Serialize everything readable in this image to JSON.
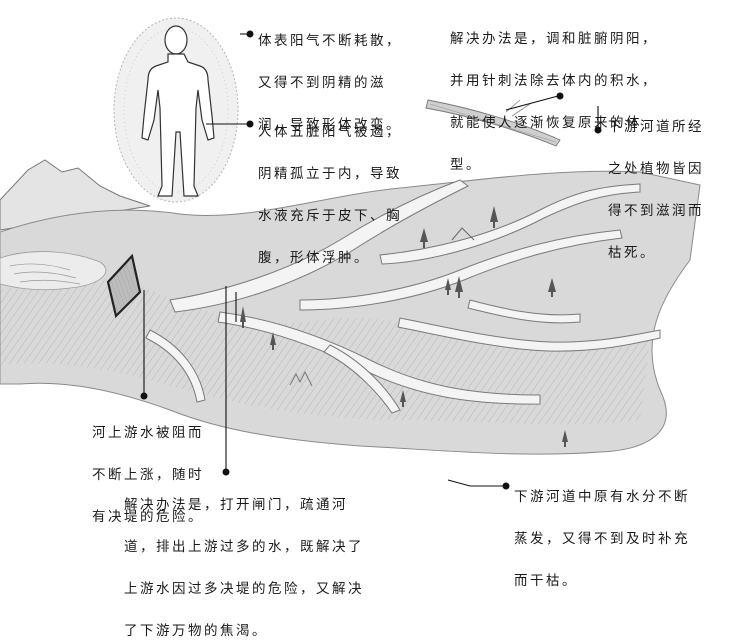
{
  "annotations": {
    "body_yang_qi": {
      "lines": [
        "体表阳气不断耗散，",
        "又得不到阴精的滋",
        "润，导致形体改变。"
      ]
    },
    "solution_internal": {
      "lines": [
        "解决办法是，调和脏腑阴阳，",
        "并用针刺法除去体内的积水，",
        "就能使人逐渐恢复原来的体",
        "型。"
      ]
    },
    "five_organs": {
      "lines": [
        "人体五脏阳气被遏，",
        "阴精孤立于内，导致",
        "水液充斥于皮下、胸",
        "腹，形体浮肿。"
      ]
    },
    "downstream_plants": {
      "lines": [
        "下游河道所经",
        "之处植物皆因",
        "得不到滋润而",
        "枯死。"
      ]
    },
    "upstream_flood": {
      "lines": [
        "河上游水被阻而",
        "不断上涨，随时",
        "有决堤的危险。"
      ]
    },
    "downstream_dry": {
      "lines": [
        "下游河道中原有水分不断",
        "蒸发，又得不到及时补充",
        "而干枯。"
      ]
    },
    "solution_river": {
      "lines": [
        "解决办法是，打开闸门，疏通河",
        "道，排出上游过多的水，既解决了",
        "上游水因过多决堤的危险，又解决",
        "了下游万物的焦渴。"
      ]
    }
  },
  "colors": {
    "ink": "#1a1a1a",
    "sketch": "#6b6b6b",
    "land": "#d9d9d9",
    "river": "#f4f4f4"
  },
  "icons": {
    "figure": "human-figure-icon",
    "gate": "sluice-gate-icon"
  }
}
